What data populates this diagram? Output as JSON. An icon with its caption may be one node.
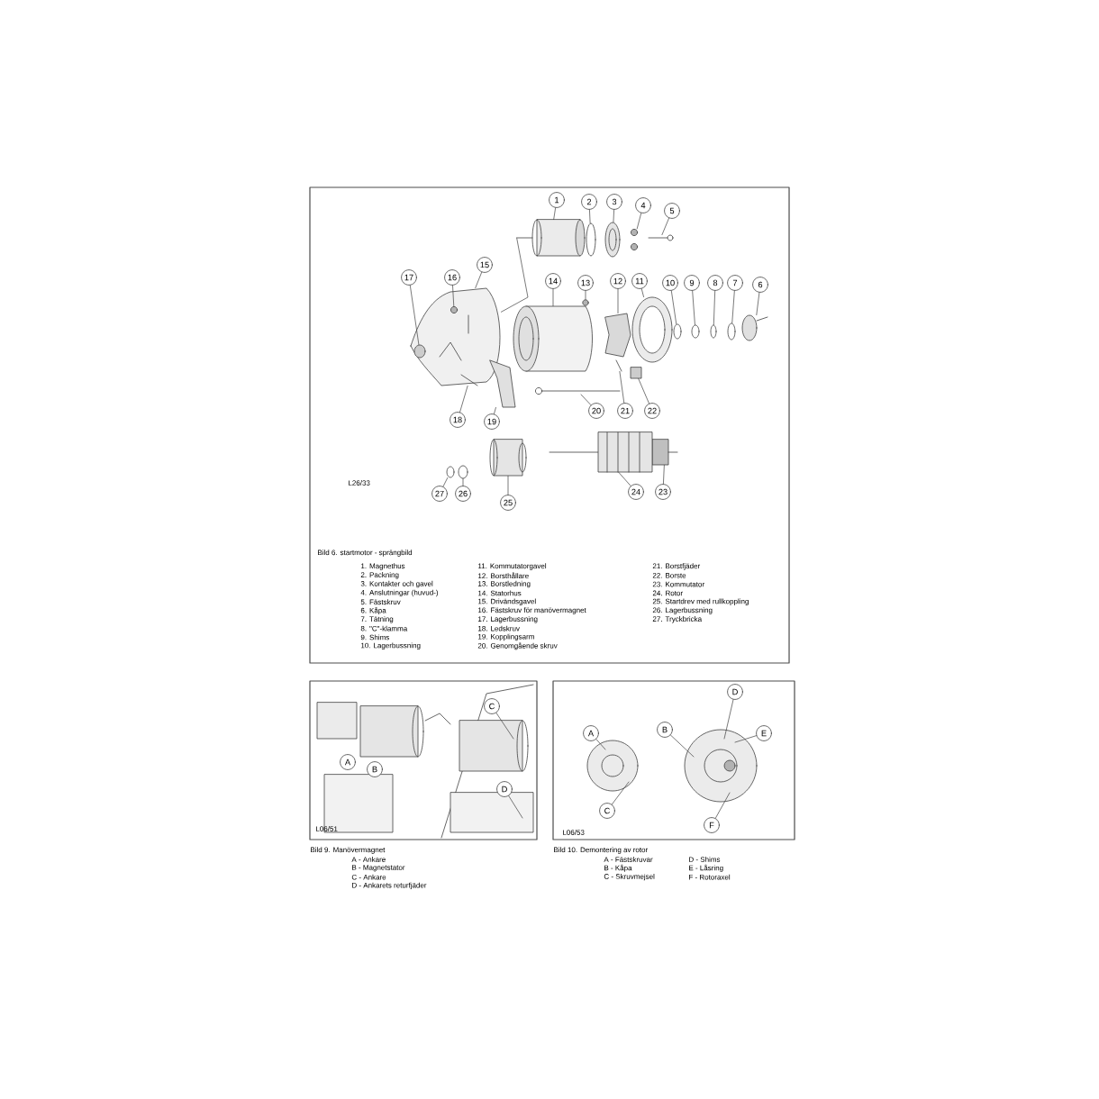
{
  "diagram": {
    "nodes": [
      {
        "text": [
          "1"
        ]
      },
      {
        "text": [
          "2"
        ]
      },
      {
        "text": [
          "3"
        ]
      },
      {
        "text": [
          "4"
        ]
      },
      {
        "text": [
          "5"
        ]
      },
      {
        "text": [
          "6"
        ]
      },
      {
        "text": [
          "7"
        ]
      },
      {
        "text": [
          "8"
        ]
      },
      {
        "text": [
          "9"
        ]
      },
      {
        "text": [
          "10"
        ]
      },
      {
        "text": [
          "11"
        ]
      },
      {
        "text": [
          "12"
        ]
      },
      {
        "text": [
          "13"
        ]
      },
      {
        "text": [
          "14"
        ]
      },
      {
        "text": [
          "15"
        ]
      },
      {
        "text": [
          "16"
        ]
      },
      {
        "text": [
          "17"
        ]
      },
      {
        "text": [
          "18"
        ]
      },
      {
        "text": [
          "19"
        ]
      },
      {
        "text": [
          "20"
        ]
      },
      {
        "text": [
          "21"
        ]
      },
      {
        "text": [
          "22"
        ]
      },
      {
        "text": [
          "23"
        ]
      },
      {
        "text": [
          "24"
        ]
      },
      {
        "text": [
          "25"
        ]
      },
      {
        "text": [
          "26"
        ]
      },
      {
        "text": [
          "27"
        ]
      },
      {
        "text": [
          "A"
        ]
      },
      {
        "text": [
          "B"
        ]
      },
      {
        "text": [
          "C"
        ]
      },
      {
        "text": [
          "D"
        ]
      },
      {
        "text": [
          "A"
        ]
      },
      {
        "text": [
          "B"
        ]
      },
      {
        "text": [
          "C"
        ]
      },
      {
        "text": [
          "D"
        ]
      },
      {
        "text": [
          "E"
        ]
      },
      {
        "text": [
          "F"
        ]
      },
      {
        "text": [],
        "shape": "cylinder"
      },
      {
        "text": [],
        "shape": "circle"
      },
      {
        "text": [],
        "shape": "picture"
      },
      {
        "text": [],
        "shape": "picture"
      },
      {
        "text": [],
        "shape": "picture"
      },
      {
        "text": [],
        "shape": "circle"
      },
      {
        "text": [],
        "shape": "picture"
      },
      {
        "text": [],
        "shape": "picture"
      },
      {
        "text": [],
        "shape": "picture"
      },
      {
        "text": [],
        "shape": "picture"
      },
      {
        "text": [],
        "shape": "picture"
      },
      {
        "text": [],
        "shape": "picture"
      },
      {
        "text": [],
        "shape": "circle"
      },
      {
        "text": [],
        "shape": "cylinder"
      },
      {
        "text": [],
        "shape": "picture"
      },
      {
        "text": [],
        "shape": "circle",
        "in": 51
      },
      {
        "text": [],
        "shape": "circle",
        "in": 51
      },
      {
        "text": [],
        "shape": "picture",
        "in": 51
      },
      {
        "text": [],
        "shape": "picture"
      },
      {
        "text": [],
        "shape": "picture"
      },
      {
        "text": [],
        "shape": "picture"
      },
      {
        "text": [],
        "shape": "box"
      },
      {
        "text": [],
        "shape": "picture"
      },
      {
        "text": [],
        "shape": "picture"
      },
      {
        "text": [],
        "shape": "cylinder"
      },
      {
        "text": [],
        "shape": "picture"
      },
      {
        "text": [],
        "shape": "picture"
      }
    ],
    "edges": [
      {
        "from": 0,
        "to": 37,
        "arrow": "none"
      },
      {
        "from": 1,
        "to": 38,
        "arrow": "none"
      },
      {
        "from": 2,
        "to": 39,
        "arrow": "none"
      },
      {
        "from": 3,
        "to": 40,
        "arrow": "none"
      },
      {
        "from": 4,
        "to": 41,
        "arrow": "none"
      },
      {
        "from": 5,
        "to": 42,
        "arrow": "none"
      },
      {
        "from": 6,
        "to": 43,
        "arrow": "none"
      },
      {
        "from": 7,
        "to": 44,
        "arrow": "none"
      },
      {
        "from": 8,
        "to": 45,
        "arrow": "none"
      },
      {
        "from": 9,
        "to": 46,
        "arrow": "none"
      },
      {
        "from": 10,
        "to": 47,
        "arrow": "none"
      },
      {
        "from": 11,
        "to": 48,
        "arrow": "none"
      },
      {
        "from": 12,
        "to": 49,
        "arrow": "none"
      },
      {
        "from": 13,
        "to": 50,
        "arrow": "none"
      },
      {
        "from": 14,
        "to": 51,
        "arrow": "none"
      },
      {
        "from": 15,
        "to": 52,
        "arrow": "none"
      },
      {
        "from": 16,
        "to": 53,
        "arrow": "none"
      },
      {
        "from": 17,
        "to": 54,
        "arrow": "none"
      },
      {
        "from": 18,
        "to": 55,
        "arrow": "none"
      },
      {
        "from": 19,
        "to": 56,
        "arrow": "none"
      },
      {
        "from": 20,
        "to": 57,
        "arrow": "none"
      },
      {
        "from": 21,
        "to": 58,
        "arrow": "none"
      },
      {
        "from": 22,
        "to": 59,
        "arrow": "none"
      },
      {
        "from": 23,
        "to": 60,
        "arrow": "none"
      },
      {
        "from": 24,
        "to": 61,
        "arrow": "none"
      },
      {
        "from": 25,
        "to": 62,
        "arrow": "none"
      },
      {
        "from": 26,
        "to": 63,
        "arrow": "none"
      },
      {
        "from": 37,
        "to": 51,
        "arrow": "none"
      },
      {
        "from": 29,
        "to": null,
        "arrow": "none"
      },
      {
        "from": 30,
        "to": null,
        "arrow": "none"
      },
      {
        "from": 31,
        "to": null,
        "arrow": "none"
      },
      {
        "from": 32,
        "to": null,
        "arrow": "none"
      },
      {
        "from": 33,
        "to": null,
        "arrow": "none"
      },
      {
        "from": 34,
        "to": null,
        "arrow": "none"
      },
      {
        "from": 35,
        "to": null,
        "arrow": "none"
      },
      {
        "from": 36,
        "to": null,
        "arrow": "none"
      }
    ],
    "labels": [
      "L26/33",
      "Bild 6. startmotor - sprängbild",
      "1. Magnethus",
      "2. Packning",
      "3. Kontakter och gavel",
      "4. Anslutningar (huvud-)",
      "5. Fästskruv",
      "6. Kåpa",
      "7. Tätning",
      "8. \"C\"-klamma",
      "9. Shims",
      "10. Lagerbussning",
      "11. Kommutatorgavel",
      "12. Borsthållare",
      "13. Borstledning",
      "14. Statorhus",
      "15. Drivändsgavel",
      "16. Fästskruv för manövermagnet",
      "17. Lagerbussning",
      "18. Ledskruv",
      "19. Kopplingsarm",
      "20. Genomgående skruv",
      "21. Borstfjäder",
      "22. Borste",
      "23. Kommutator",
      "24. Rotor",
      "25. Startdrev med rullkoppling",
      "26. Lagerbussning",
      "27. Tryckbricka",
      "L06/51",
      "L06/53",
      "Bild 9. Manövermagnet",
      "A - Ankare",
      "B - Magnetstator",
      "C - Ankare",
      "D - Ankarets returfjäder",
      "Bild 10. Demontering av rotor",
      "A - Fästskruvar",
      "B - Kåpa",
      "C - Skruvmejsel",
      "D - Shims",
      "E - Låsring",
      "F - Rotoraxel"
    ]
  }
}
